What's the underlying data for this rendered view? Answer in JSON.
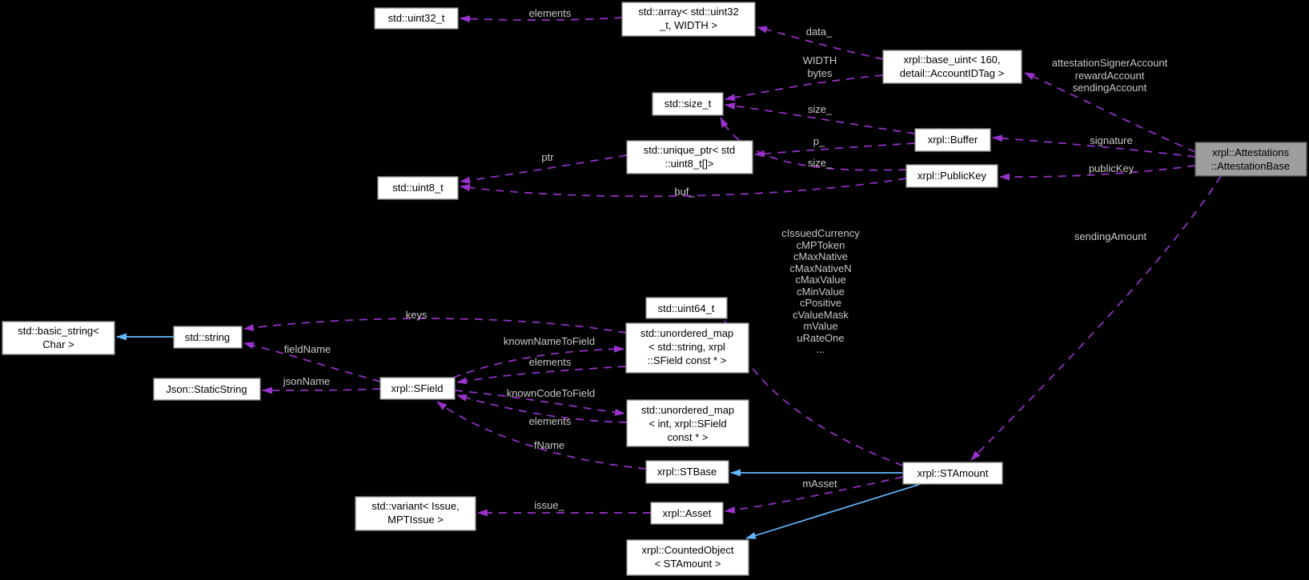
{
  "diagram": {
    "colors": {
      "background": "#000000",
      "node_fill": "#ffffff",
      "node_border": "#8c8c8c",
      "focus_node_fill": "#9e9e9e",
      "usage_edge": "#9a32cd",
      "inheritance_edge": "#63b8ff",
      "edge_label_text": "#c9c9c9",
      "node_text": "#000000"
    },
    "nodes": {
      "uint32_t": {
        "lines": [
          "std::uint32_t"
        ]
      },
      "array_uint32": {
        "lines": [
          "std::array< std::uint32",
          "_t, WIDTH >"
        ]
      },
      "base_uint": {
        "lines": [
          "xrpl::base_uint< 160,",
          "detail::AccountIDTag >"
        ]
      },
      "size_t": {
        "lines": [
          "std::size_t"
        ]
      },
      "buffer": {
        "lines": [
          "xrpl::Buffer"
        ]
      },
      "unique_ptr": {
        "lines": [
          "std::unique_ptr< std",
          "::uint8_t[]>"
        ]
      },
      "publickey": {
        "lines": [
          "xrpl::PublicKey"
        ]
      },
      "uint8_t": {
        "lines": [
          "std::uint8_t"
        ]
      },
      "attestation_base": {
        "lines": [
          "xrpl::Attestations",
          "::AttestationBase"
        ]
      },
      "uint64_t": {
        "lines": [
          "std::uint64_t"
        ]
      },
      "basic_string": {
        "lines": [
          "std::basic_string<",
          "Char >"
        ]
      },
      "string": {
        "lines": [
          "std::string"
        ]
      },
      "static_string": {
        "lines": [
          "Json::StaticString"
        ]
      },
      "sfield": {
        "lines": [
          "xrpl::SField"
        ]
      },
      "map_name_to_field": {
        "lines": [
          "std::unordered_map",
          "< std::string, xrpl",
          "::SField const * >"
        ]
      },
      "map_code_to_field": {
        "lines": [
          "std::unordered_map",
          "< int, xrpl::SField",
          "const * >"
        ]
      },
      "stbase": {
        "lines": [
          "xrpl::STBase"
        ]
      },
      "stamount": {
        "lines": [
          "xrpl::STAmount"
        ]
      },
      "variant_issue": {
        "lines": [
          "std::variant< Issue,",
          "MPTIssue >"
        ]
      },
      "asset": {
        "lines": [
          "xrpl::Asset"
        ]
      },
      "counted_object": {
        "lines": [
          "xrpl::CountedObject",
          "< STAmount >"
        ]
      }
    },
    "edges": {
      "elements_array": {
        "from": "array_uint32",
        "to": "uint32_t",
        "kind": "usage",
        "label": "elements"
      },
      "data": {
        "from": "base_uint",
        "to": "array_uint32",
        "kind": "usage",
        "label": "data_"
      },
      "width_bytes": {
        "from": "base_uint",
        "to": "size_t",
        "kind": "usage",
        "lines": [
          "WIDTH",
          "bytes"
        ]
      },
      "accounts": {
        "from": "attestation_base",
        "to": "base_uint",
        "kind": "usage",
        "lines": [
          "attestationSignerAccount",
          "rewardAccount",
          "sendingAccount"
        ]
      },
      "size_buffer": {
        "from": "buffer",
        "to": "size_t",
        "kind": "usage",
        "label": "size_"
      },
      "p": {
        "from": "buffer",
        "to": "unique_ptr",
        "kind": "usage",
        "label": "p_"
      },
      "size_publickey": {
        "from": "publickey",
        "to": "size_t",
        "kind": "usage",
        "label": "size_"
      },
      "buf": {
        "from": "publickey",
        "to": "uint8_t",
        "kind": "usage",
        "label": "buf_"
      },
      "ptr": {
        "from": "unique_ptr",
        "to": "uint8_t",
        "kind": "usage",
        "label": "ptr"
      },
      "signature": {
        "from": "attestation_base",
        "to": "buffer",
        "kind": "usage",
        "label": "signature"
      },
      "publickey_edge": {
        "from": "attestation_base",
        "to": "publickey",
        "kind": "usage",
        "label": "publicKey"
      },
      "sending_amount": {
        "from": "attestation_base",
        "to": "stamount",
        "kind": "usage",
        "label": "sendingAmount"
      },
      "stamount_statics": {
        "from": "stamount",
        "to": "uint64_t",
        "kind": "usage",
        "lines": [
          "cIssuedCurrency",
          "cMPToken",
          "cMaxNative",
          "cMaxNativeN",
          "cMaxValue",
          "cMinValue",
          "cPositive",
          "cValueMask",
          "mValue",
          "uRateOne",
          "..."
        ]
      },
      "keys": {
        "from": "map_name_to_field",
        "to": "string",
        "kind": "usage",
        "label": "keys"
      },
      "field_name": {
        "from": "sfield",
        "to": "string",
        "kind": "usage",
        "label": "fieldName"
      },
      "json_name": {
        "from": "sfield",
        "to": "static_string",
        "kind": "usage",
        "label": "jsonName"
      },
      "known_name_to_field": {
        "from": "sfield",
        "to": "map_name_to_field",
        "kind": "usage",
        "label": "knownNameToField"
      },
      "elements_name_map": {
        "from": "map_name_to_field",
        "to": "sfield",
        "kind": "usage",
        "label": "elements"
      },
      "known_code_to_field": {
        "from": "sfield",
        "to": "map_code_to_field",
        "kind": "usage",
        "label": "knownCodeToField"
      },
      "elements_code_map": {
        "from": "map_code_to_field",
        "to": "sfield",
        "kind": "usage",
        "label": "elements"
      },
      "fname": {
        "from": "stbase",
        "to": "sfield",
        "kind": "usage",
        "label": "fName"
      },
      "masset": {
        "from": "stamount",
        "to": "asset",
        "kind": "usage",
        "label": "mAsset"
      },
      "issue": {
        "from": "asset",
        "to": "variant_issue",
        "kind": "usage",
        "label": "issue_"
      },
      "inherit_string": {
        "from": "string",
        "to": "basic_string",
        "kind": "inheritance"
      },
      "inherit_stbase": {
        "from": "stamount",
        "to": "stbase",
        "kind": "inheritance"
      },
      "inherit_counted": {
        "from": "stamount",
        "to": "counted_object",
        "kind": "inheritance"
      }
    }
  }
}
